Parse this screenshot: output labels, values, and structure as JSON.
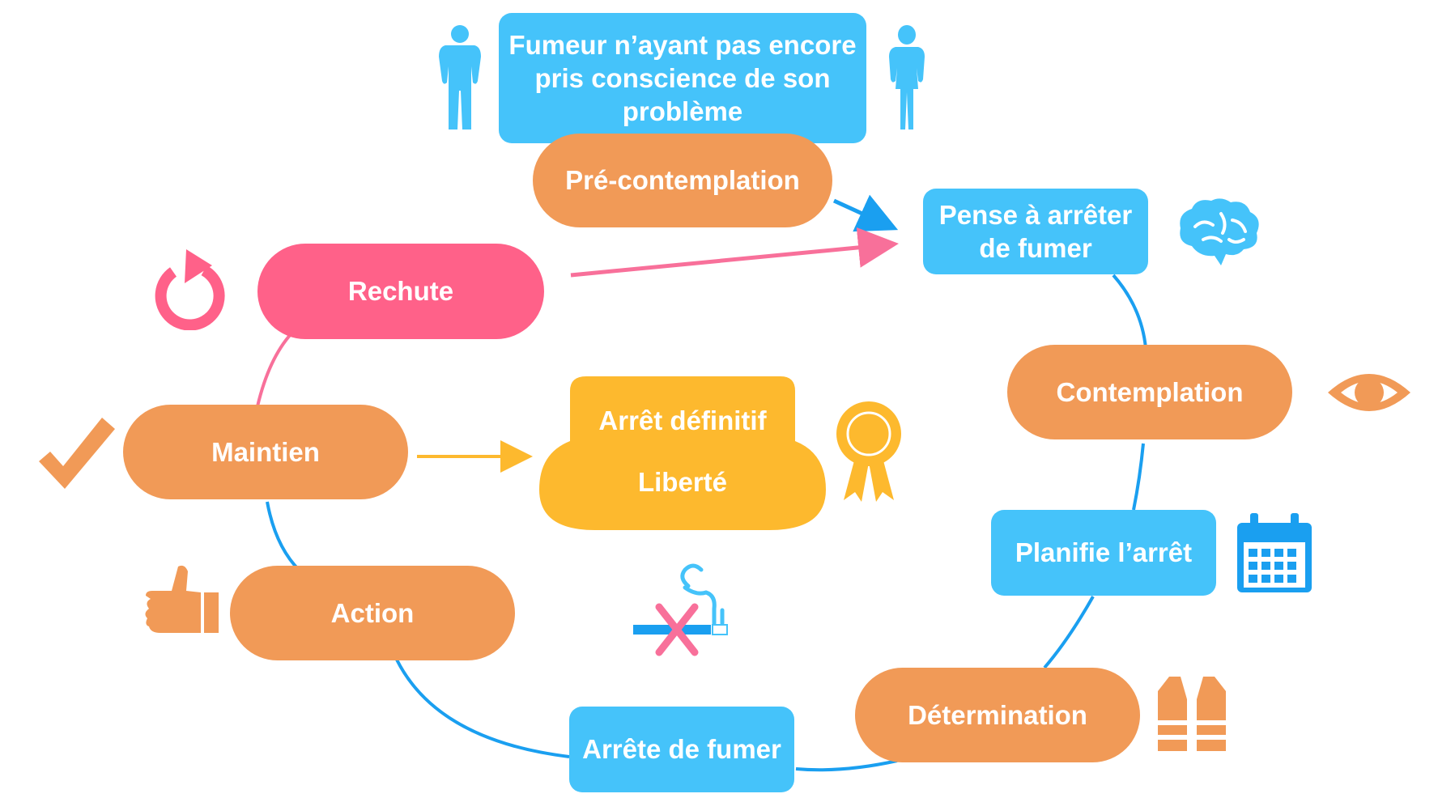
{
  "colors": {
    "stage": "#f19a57",
    "box": "#45c3fa",
    "relapse": "#ff6189",
    "goal": "#fdb92e",
    "line_blue": "#1a9ff0",
    "line_pink": "#f8709a",
    "line_yellow": "#fdb92e"
  },
  "nodes": {
    "smoker_box": "Fumeur n’ayant pas encore pris conscience de son problème",
    "precontemplation": "Pré-contemplation",
    "thinks_quit": "Pense à arrêter de fumer",
    "contemplation": "Contemplation",
    "plans_quit": "Planifie l’arrêt",
    "determination": "Détermination",
    "stops_smoking": "Arrête de fumer",
    "action": "Action",
    "maintenance": "Maintien",
    "relapse": "Rechute",
    "goal_line1": "Arrêt définitif",
    "goal_line2": "Liberté"
  },
  "icons": [
    "man-silhouette-icon",
    "woman-silhouette-icon",
    "brain-icon",
    "eye-icon",
    "calendar-icon",
    "life-vest-icon",
    "no-smoking-icon",
    "thumbs-up-icon",
    "checkmark-icon",
    "refresh-icon",
    "award-ribbon-icon"
  ]
}
